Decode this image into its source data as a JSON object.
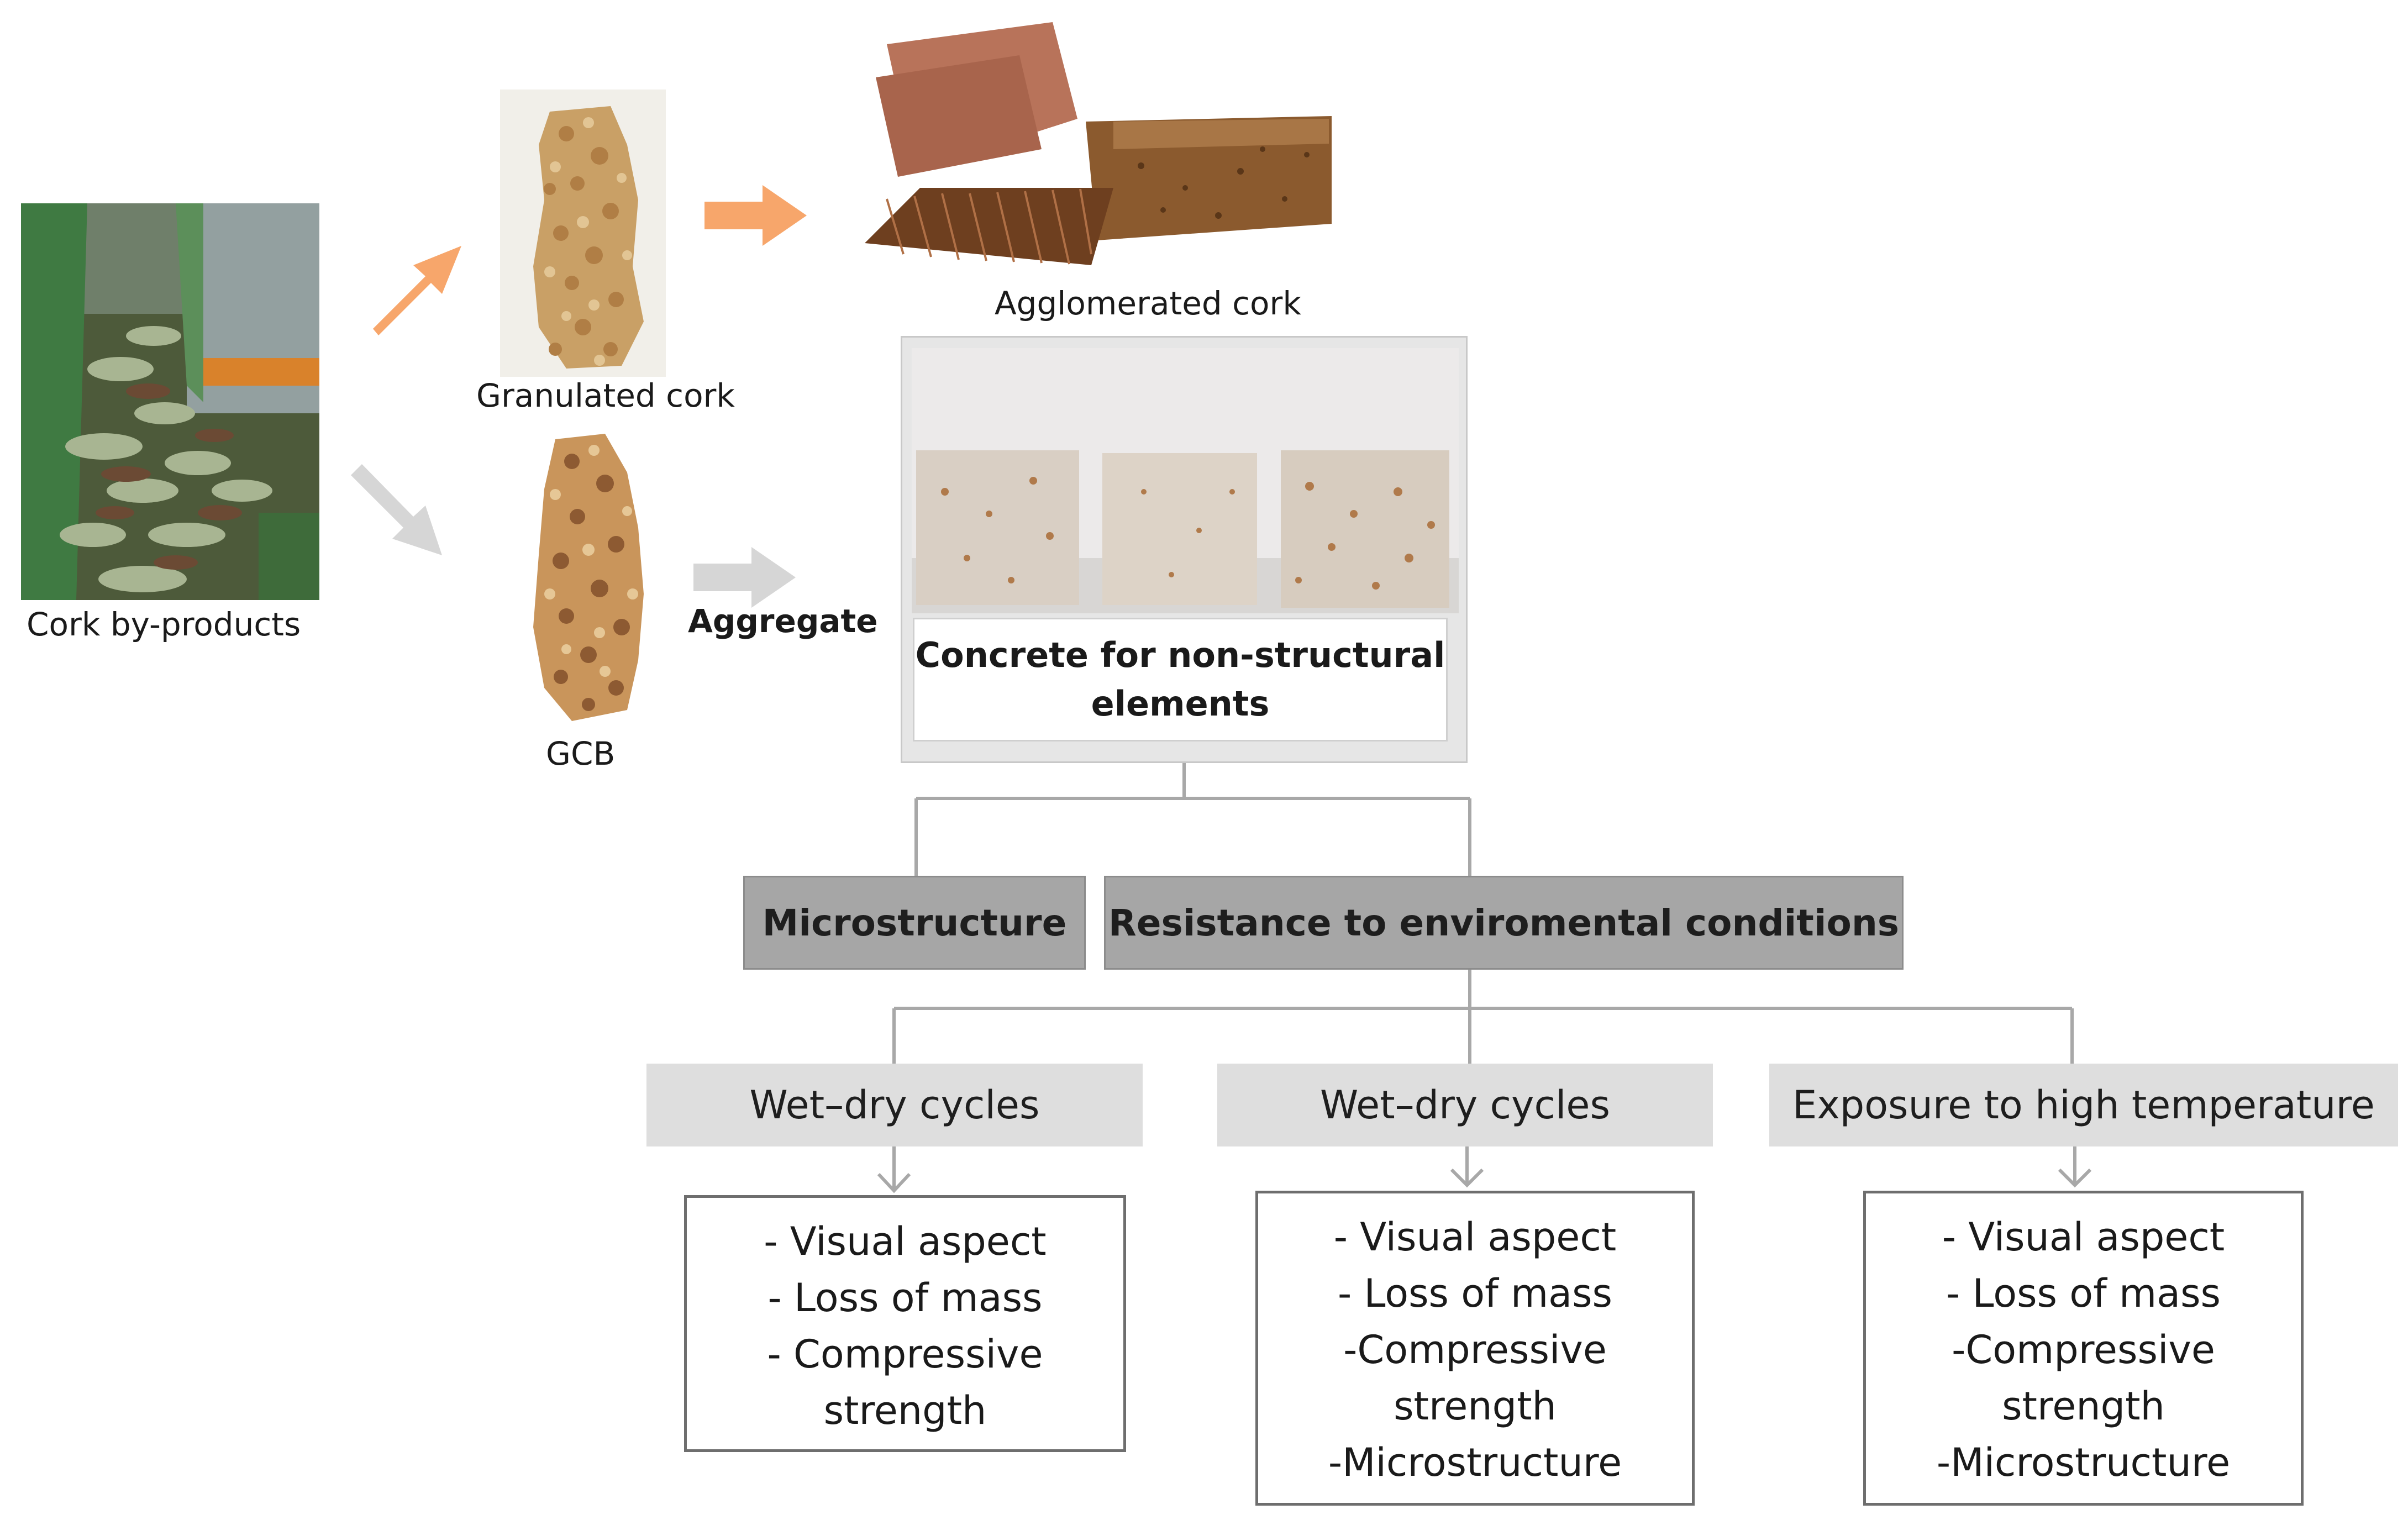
{
  "labels": {
    "cork_byproducts": "Cork by-products",
    "granulated_cork": "Granulated cork",
    "agglomerated_cork": "Agglomerated cork",
    "gcb": "GCB",
    "aggregate": "Aggregate"
  },
  "concrete": {
    "line1": "Concrete for non-structural",
    "line2": "elements"
  },
  "categories": {
    "microstructure": "Microstructure",
    "resistance": "Resistance to enviromental conditions"
  },
  "tests": [
    {
      "title": "Wet–dry cycles",
      "items": [
        "- Visual aspect",
        "- Loss of mass",
        "- Compressive",
        "strength"
      ]
    },
    {
      "title": "Wet–dry cycles",
      "items": [
        "- Visual aspect",
        "- Loss of mass",
        "-Compressive",
        "strength",
        "-Microstructure"
      ]
    },
    {
      "title": "Exposure to high temperature",
      "items": [
        "- Visual aspect",
        "- Loss of mass",
        "-Compressive",
        "strength",
        "-Microstructure"
      ]
    }
  ],
  "colors": {
    "orange_arrow": "#f7a66b",
    "grey_arrow": "#d6d6d6",
    "dark_box": "#a6a6a6",
    "light_box": "#dedede",
    "connector": "#a8a8a8"
  }
}
